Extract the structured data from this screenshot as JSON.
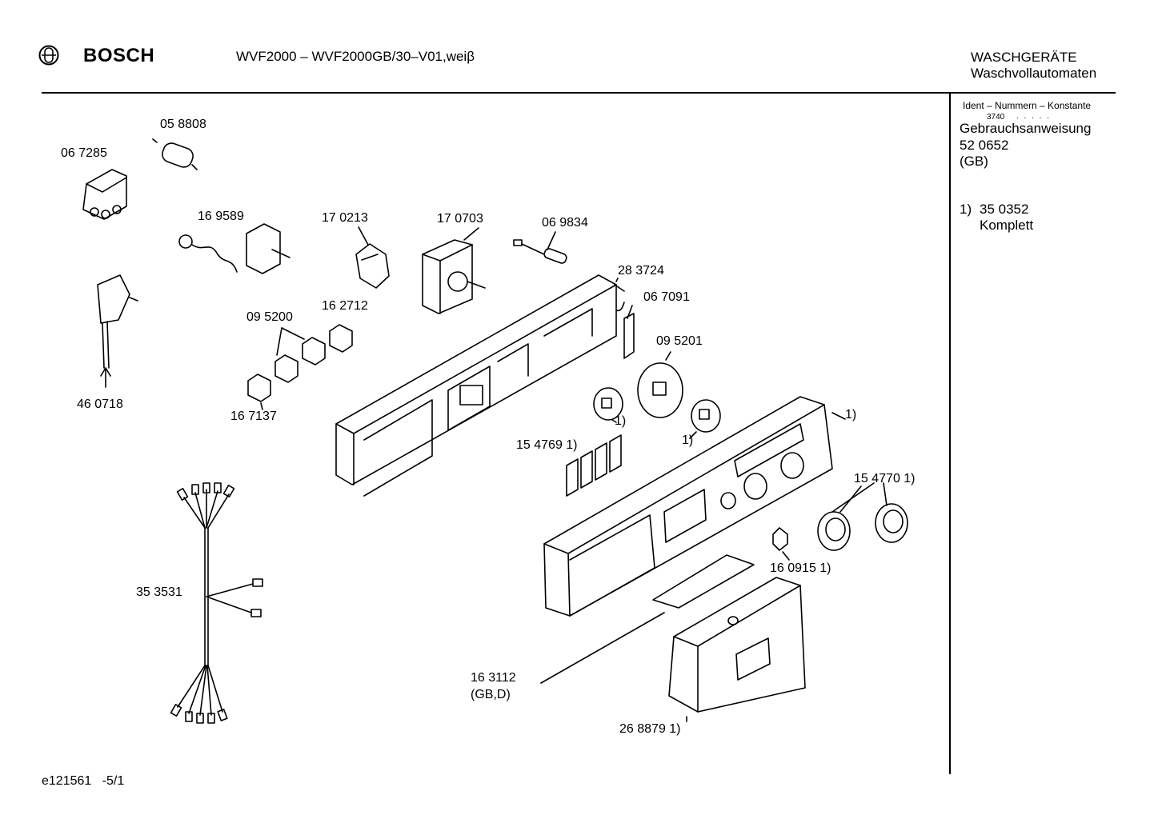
{
  "header": {
    "brand": "BOSCH",
    "model_line": "WVF2000 – WVF2000GB/30–V01,weiβ",
    "category": "WASCHGERÄTE",
    "subcategory": "Waschvollautomaten"
  },
  "sidebar": {
    "ident_heading": "Ident – Nummern – Konstante",
    "ident_number": "3740",
    "ident_dots": ". . . . .",
    "manual_title": "Gebrauchsanweisung",
    "manual_number": "52 0652",
    "manual_region": "(GB)",
    "note_marker": "1)",
    "note_number": "35 0352",
    "note_text": "Komplett"
  },
  "parts": [
    {
      "id": "p1",
      "label": "05 8808"
    },
    {
      "id": "p2",
      "label": "06 7285"
    },
    {
      "id": "p3",
      "label": "16 9589"
    },
    {
      "id": "p4",
      "label": "17 0213"
    },
    {
      "id": "p5",
      "label": "17 0703"
    },
    {
      "id": "p6",
      "label": "06 9834"
    },
    {
      "id": "p7",
      "label": "28 3724"
    },
    {
      "id": "p8",
      "label": "06 7091"
    },
    {
      "id": "p9",
      "label": "16 2712"
    },
    {
      "id": "p10",
      "label": "09 5200"
    },
    {
      "id": "p11",
      "label": "09 5201"
    },
    {
      "id": "p12",
      "label": "46 0718"
    },
    {
      "id": "p13",
      "label": "16 7137"
    },
    {
      "id": "p14",
      "label": "1)"
    },
    {
      "id": "p15",
      "label": "1)"
    },
    {
      "id": "p16",
      "label": "1)"
    },
    {
      "id": "p17",
      "label": "15 4769 1)"
    },
    {
      "id": "p18",
      "label": "15 4770 1)"
    },
    {
      "id": "p19",
      "label": "35 3531"
    },
    {
      "id": "p20",
      "label": "16 0915 1)"
    },
    {
      "id": "p21",
      "label": "16 3112"
    },
    {
      "id": "p22",
      "label": "(GB,D)"
    },
    {
      "id": "p23",
      "label": "26 8879 1)"
    }
  ],
  "footer": {
    "drawing_id": "e121561",
    "page": "-5/1"
  }
}
